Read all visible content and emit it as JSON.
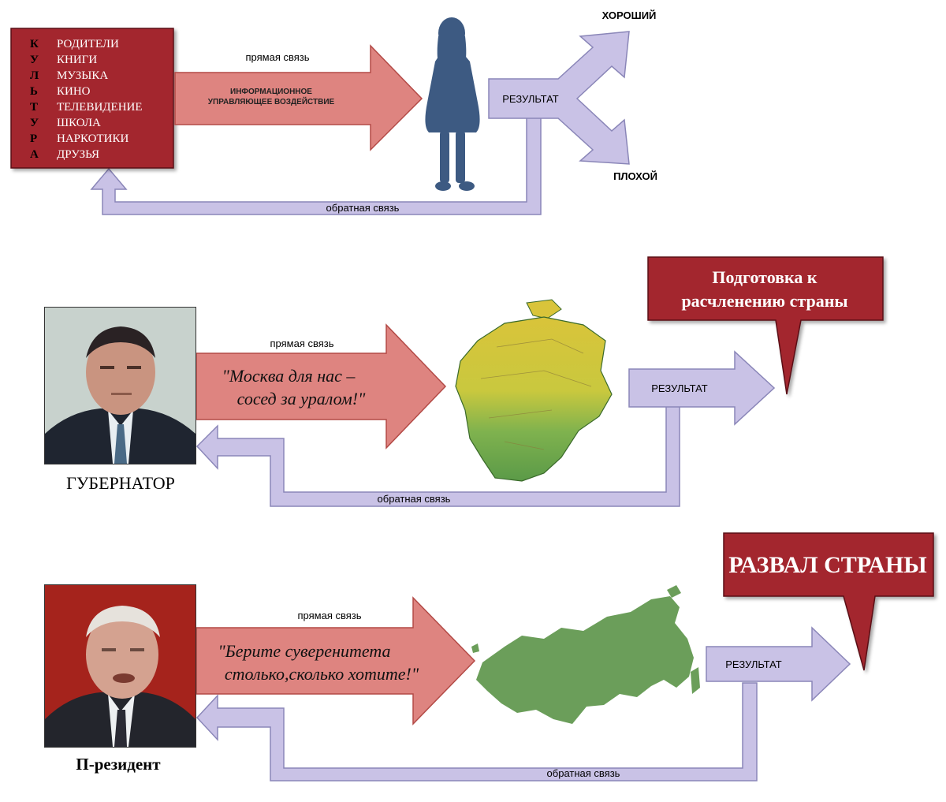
{
  "colors": {
    "red_box": "#a3282e",
    "red_arrow": "#de8480",
    "red_arrow_border": "#b34a46",
    "lilac": "#c9c2e6",
    "lilac_border": "#8a86b8",
    "girl": "#3d5a82",
    "map_green": "#6b9e5a",
    "map_yellow": "#d8c83c"
  },
  "panel1": {
    "culture_letters": [
      "К",
      "У",
      "Л",
      "Ь",
      "Т",
      "У",
      "Р",
      "А"
    ],
    "culture_items": [
      "РОДИТЕЛИ",
      "КНИГИ",
      "МУЗЫКА",
      "КИНО",
      "ТЕЛЕВИДЕНИЕ",
      "ШКОЛА",
      "НАРКОТИКИ",
      "ДРУЗЬЯ"
    ],
    "direct_link": "прямая связь",
    "arrow_text_line1": "ИНФОРМАЦИОННОЕ",
    "arrow_text_line2": "УПРАВЛЯЮЩЕЕ ВОЗДЕЙСТВИЕ",
    "result": "РЕЗУЛЬТАТ",
    "good": "ХОРОШИЙ",
    "bad": "ПЛОХОЙ",
    "feedback": "обратная связь"
  },
  "panel2": {
    "direct_link": "прямая связь",
    "quote_line1": "\"Москва для нас –",
    "quote_line2": "сосед за уралом!\"",
    "result": "РЕЗУЛЬТАТ",
    "callout_line1": "Подготовка к",
    "callout_line2": "расчленению страны",
    "person_caption": "ГУБЕРНАТОР",
    "feedback": "обратная связь"
  },
  "panel3": {
    "direct_link": "прямая связь",
    "quote_line1": "\"Берите суверенитета",
    "quote_line2": "столько,сколько хотите!\"",
    "result": "РЕЗУЛЬТАТ",
    "callout": "РАЗВАЛ СТРАНЫ",
    "person_caption": "П-резидент",
    "feedback": "обратная связь"
  }
}
